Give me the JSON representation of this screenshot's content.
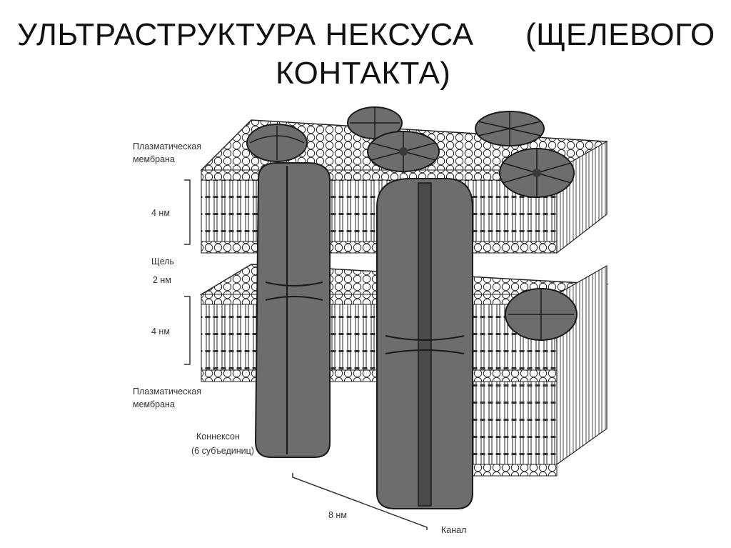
{
  "title": {
    "line1": "УЛЬТРАСТРУКТУРА НЕКСУСА",
    "line2": "(ЩЕЛЕВОГО",
    "line3": "КОНТАКТА)"
  },
  "labels": {
    "membrane_top_1": "Плазматическая",
    "membrane_top_2": "мембрана",
    "thickness_top": "4 нм",
    "gap_1": "Щель",
    "gap_2": "2 нм",
    "thickness_bottom": "4 нм",
    "membrane_bottom_1": "Плазматическая",
    "membrane_bottom_2": "мембрана",
    "connexon_1": "Коннексон",
    "connexon_2": "(6 субъединиц)",
    "spacing": "8 нм",
    "channel": "Канал"
  },
  "colors": {
    "protein": "#6d6d6d",
    "protein_dark": "#3a3a3a",
    "lipid_head": "#ffffff",
    "outline": "#1a1a1a"
  }
}
